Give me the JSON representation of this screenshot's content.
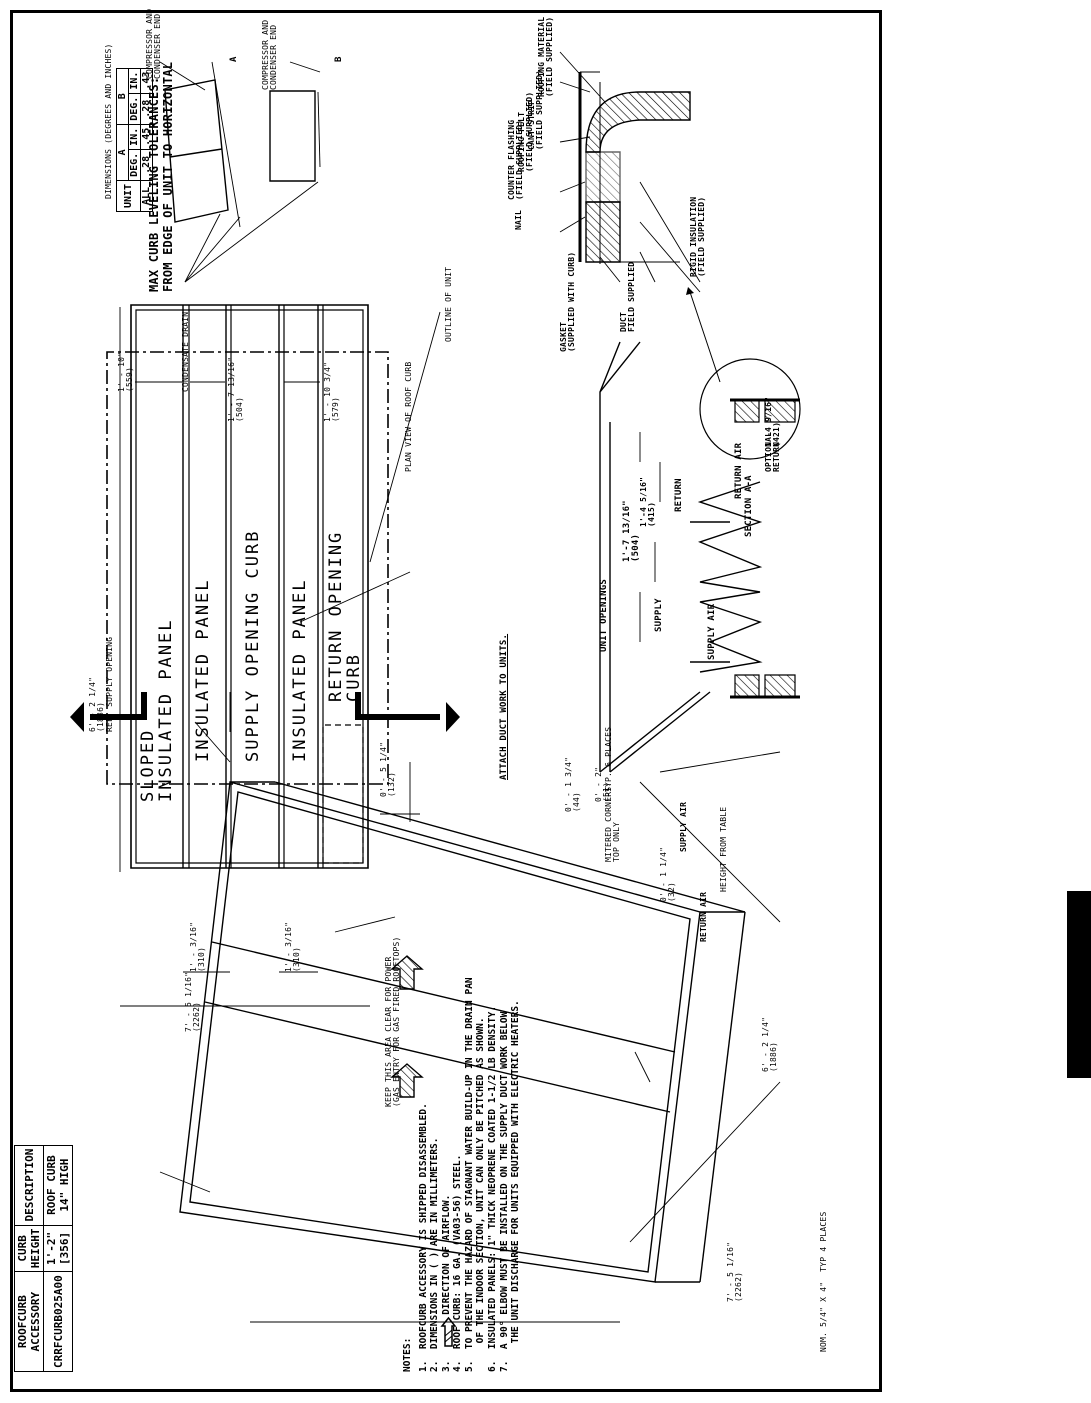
{
  "title_block": {
    "headers": [
      "ROOFCURB\nACCESSORY",
      "CURB\nHEIGHT",
      "DESCRIPTION"
    ],
    "rows": [
      [
        "CRRFCURB025A00",
        "1'-2\"\n[356]",
        "ROOF CURB\n14\" HIGH"
      ]
    ]
  },
  "notes": {
    "heading": "NOTES:",
    "items": [
      "1.  ROOFCURB ACCESSORY IS SHIPPED DISASSEMBLED.",
      "2.  DIMENSIONS IN ( ) ARE IN MILLIMETERS.",
      "3.        DIRECTION OF AIRFLOW.",
      "4.  ROOF CURB: 16 GA. (VA03-56) STEEL.",
      "5.  TO PREVENT THE HAZARD OF STAGNANT WATER BUILD-UP IN THE DRAIN PAN",
      "     OF THE INDOOR SECTION, UNIT CAN ONLY BE PITCHED AS SHOWN.",
      "6.  INSULATED PANELS: 1\" THICK NEOPRENE COATED 1-1/2 LB DENSITY.",
      "7.  A 90° ELBOW MUST BE INSTALLED ON THE SUPPLY DUCT WORK BELOW",
      "     THE UNIT DISCHARGE FOR UNITS EQUIPPED WITH ELECTRIC HEATERS."
    ]
  },
  "leveling": {
    "caption": "DIMENSIONS (DEGREES AND INCHES)",
    "table": [
      [
        "UNIT",
        "A",
        "",
        "B",
        ""
      ],
      [
        "",
        "DEG.",
        "IN.",
        "DEG.",
        "IN."
      ],
      [
        "ALL",
        ".28",
        ".45",
        ".28",
        ".43"
      ]
    ],
    "title_line1": "MAX CURB LEVELING TOLERANCES:",
    "title_line2": "FROM EDGE OF UNIT TO HORIZONTAL",
    "label_compressor_1": "COMPRESSOR AND\nCONDENSER END",
    "label_compressor_2": "COMPRESSOR AND\nCONDENSER END",
    "label_condensate": "CONDENSATE DRAIN",
    "label_a": "A",
    "label_b": "B"
  },
  "plan": {
    "panels": [
      "SLOPED\nINSULATED PANEL",
      "INSULATED PANEL",
      "SUPPLY OPENING CURB",
      "INSULATED PANEL",
      "RETURN OPENING\nCURB"
    ],
    "dim_overall": "6' - 2 1/4\"\n(1886)\nREF. SUPPLY OPENING",
    "dim_1": "1' - 10\"\n(559)",
    "dim_2": "1' - 7 13/16\"\n(504)",
    "dim_3": "1' - 10 3/4\"\n(579)",
    "dim_4": "0' - 5 1/4\"\n(132)",
    "dim_5": "1' - 3/16\"\n(310)",
    "dim_6": "1' - 3/16\"\n(310)",
    "dim_7": "7' - 5 1/16\"\n(2262)",
    "label_plan_view": "PLAN VIEW OF ROOF CURB",
    "label_outline": "OUTLINE OF UNIT",
    "label_keep_clear": "KEEP THIS AREA CLEAR FOR POWER\n(GAS ENTRY FOR GAS FIRED ROOFTOPS)",
    "label_attach": "ATTACH DUCT WORK TO UNITS."
  },
  "iso": {
    "label_mitered": "MITERED CORNERS\nTOP ONLY",
    "label_typ6": "TYP. 6 PLACES",
    "dim_2in": "0' - 2\"\n(51)",
    "dim_134": "0' - 1 3/4\"\n(44)",
    "dim_114": "0' - 1 1/4\"\n(32)",
    "label_height": "HEIGHT FROM TABLE",
    "dim_length": "6' - 2 1/4\"\n(1886)",
    "dim_width": "7' - 5 1/16\"\n(2262)",
    "label_nom": "NOM. 5/4\" X 4\"  TYP 4 PLACES",
    "label_supply": "SUPPLY AIR",
    "label_return": "RETURN AIR"
  },
  "section": {
    "label_unit_openings": "UNIT OPENINGS",
    "label_supply": "SUPPLY",
    "label_supply_air": "SUPPLY AIR",
    "label_return": "RETURN",
    "label_return_air": "RETURN AIR",
    "label_optional_return": "OPTIONAL\nRETURN",
    "dim_1": "1'-7 13/16\"\n(504)",
    "dim_2": "1'-4 5/16\"\n(415)",
    "dim_3": "1'-4 9/16\"\n(421)",
    "title": "SECTION A-A"
  },
  "detail": {
    "label_nail": "NAIL",
    "label_counter": "COUNTER FLASHING\n(FIELD SUPPLIED)",
    "label_felt": "ROOFING FELT\n(FIELD SUPPLIED)",
    "label_cant": "CANT STRIP\n(FIELD SUPPLIED)",
    "label_roofing": "ROOFING MATERIAL\n(FIELD SUPPLIED)",
    "label_gasket": "GASKET\n(SUPPLIED WITH CURB)",
    "label_duct": "DUCT\nFIELD SUPPLIED",
    "label_rigid": "RIGID INSULATION\n(FIELD SUPPLIED)"
  }
}
